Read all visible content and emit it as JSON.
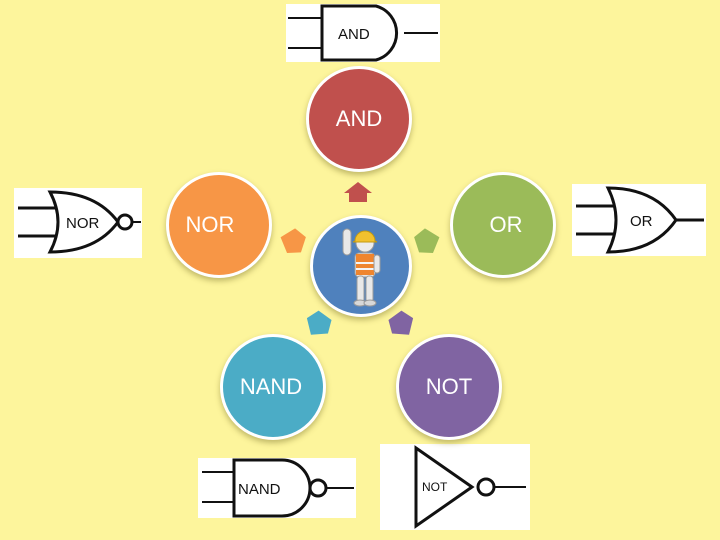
{
  "center": {
    "icon": "construction-worker-icon",
    "color": "#4f81bd"
  },
  "nodes": [
    {
      "id": "and",
      "label": "AND",
      "color": "#c0504d"
    },
    {
      "id": "or",
      "label": "OR",
      "color": "#9bbb59"
    },
    {
      "id": "not",
      "label": "NOT",
      "color": "#8064a2"
    },
    {
      "id": "nand",
      "label": "NAND",
      "color": "#4bacc6"
    },
    {
      "id": "nor",
      "label": "NOR",
      "color": "#f79646"
    }
  ],
  "gates": {
    "and": "AND",
    "or": "OR",
    "nor": "NOR",
    "nand": "NAND",
    "not": "NOT"
  }
}
